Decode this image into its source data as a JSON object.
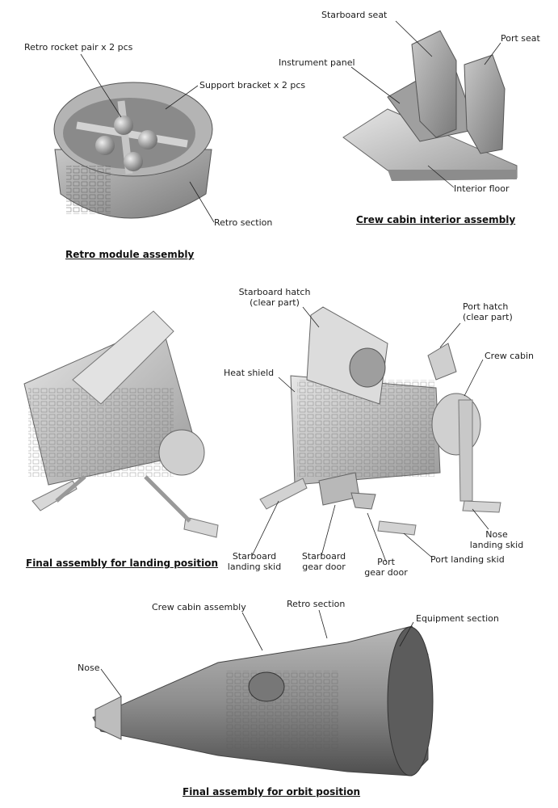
{
  "retro_module": {
    "caption": "Retro module assembly",
    "labels": {
      "retro_rocket_pair": "Retro rocket pair x 2 pcs",
      "support_bracket": "Support bracket x 2 pcs",
      "retro_section": "Retro section"
    }
  },
  "crew_cabin_interior": {
    "caption": "Crew cabin interior assembly",
    "labels": {
      "starboard_seat": "Starboard seat",
      "port_seat": "Port seat",
      "instrument_panel": "Instrument panel",
      "interior_floor": "Interior floor"
    }
  },
  "landing_position": {
    "caption": "Final assembly for landing position"
  },
  "exploded_landing": {
    "labels": {
      "starboard_hatch_1": "Starboard hatch",
      "starboard_hatch_2": "(clear part)",
      "port_hatch_1": "Port hatch",
      "port_hatch_2": "(clear part)",
      "crew_cabin": "Crew cabin",
      "heat_shield": "Heat shield",
      "nose_landing_skid_1": "Nose",
      "nose_landing_skid_2": "landing skid",
      "starboard_landing_skid_1": "Starboard",
      "starboard_landing_skid_2": "landing skid",
      "starboard_gear_door_1": "Starboard",
      "starboard_gear_door_2": "gear door",
      "port_gear_door_1": "Port",
      "port_gear_door_2": "gear door",
      "port_landing_skid": "Port landing skid"
    }
  },
  "orbit_position": {
    "caption": "Final assembly for orbit position",
    "labels": {
      "crew_cabin_assembly": "Crew cabin  assembly",
      "retro_section": "Retro section",
      "equipment_section": "Equipment section",
      "nose": "Nose"
    }
  }
}
